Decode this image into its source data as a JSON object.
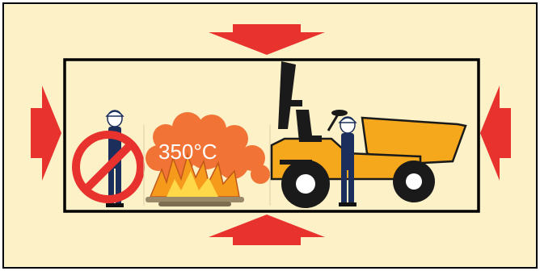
{
  "panel": {
    "background": "#fdf1c8",
    "border": "#000000"
  },
  "arrows": {
    "color": "#e8322e",
    "directions": [
      "down",
      "up",
      "right",
      "left"
    ]
  },
  "scene_items": [
    {
      "name": "prohibited-person",
      "icon": "no-entry-person-icon"
    },
    {
      "name": "fire",
      "icon": "campfire-icon"
    },
    {
      "name": "smoke",
      "icon": "smoke-cloud-icon"
    },
    {
      "name": "dumper",
      "icon": "site-dumper-icon"
    },
    {
      "name": "operator",
      "icon": "worker-helmet-icon"
    }
  ],
  "temperature_label": "350°C",
  "colors": {
    "prohibition_red": "#e8322e",
    "fire_orange": "#f59a1b",
    "smoke_orange": "#f06a2a",
    "vehicle_yellow": "#f5a81c",
    "worker_navy": "#1c2f5c"
  }
}
